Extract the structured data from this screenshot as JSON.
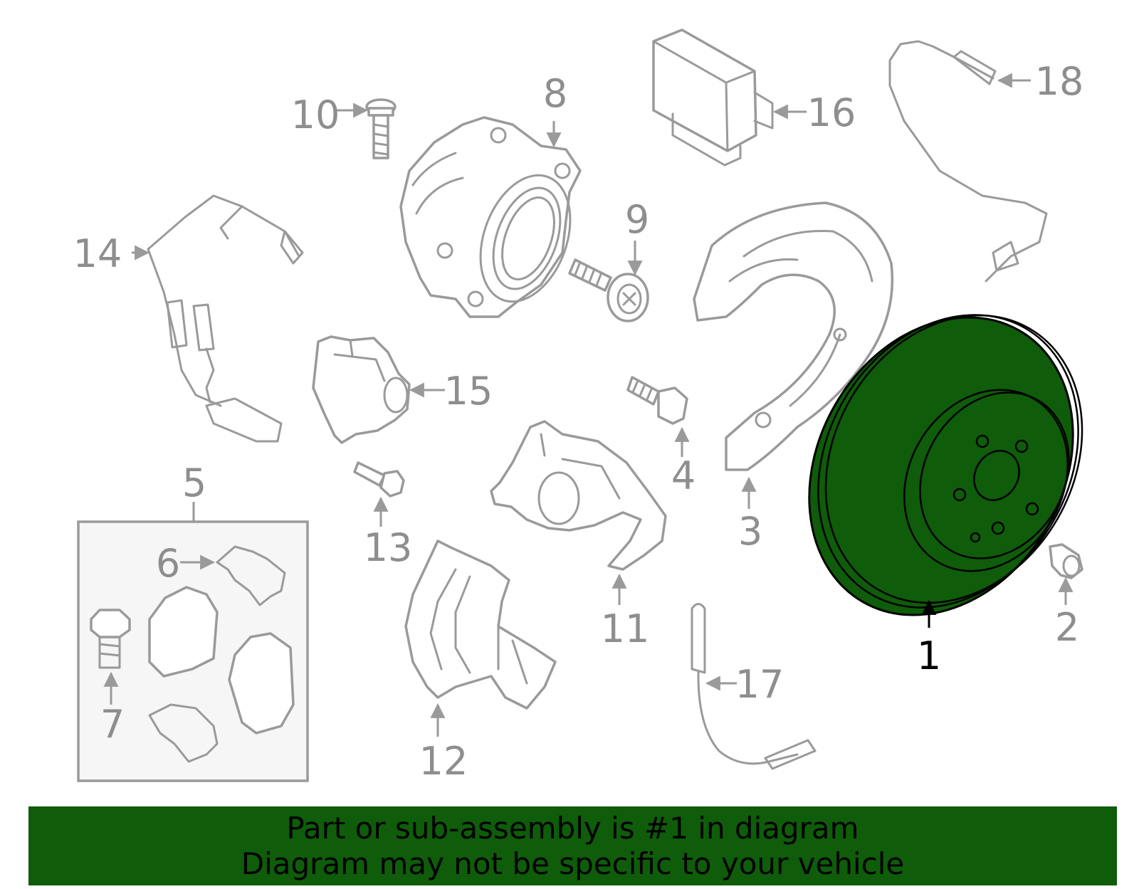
{
  "callouts": {
    "c1": "1",
    "c2": "2",
    "c3": "3",
    "c4": "4",
    "c5": "5",
    "c6": "6",
    "c7": "7",
    "c8": "8",
    "c9": "9",
    "c10": "10",
    "c11": "11",
    "c12": "12",
    "c13": "13",
    "c14": "14",
    "c15": "15",
    "c16": "16",
    "c17": "17",
    "c18": "18"
  },
  "highlight": {
    "part": "1",
    "color": "#0f5c0a"
  },
  "banner": {
    "line1": "Part or sub-assembly is #1 in diagram",
    "line2": "Diagram may not be specific to your vehicle",
    "background": "#0f5c0a"
  }
}
